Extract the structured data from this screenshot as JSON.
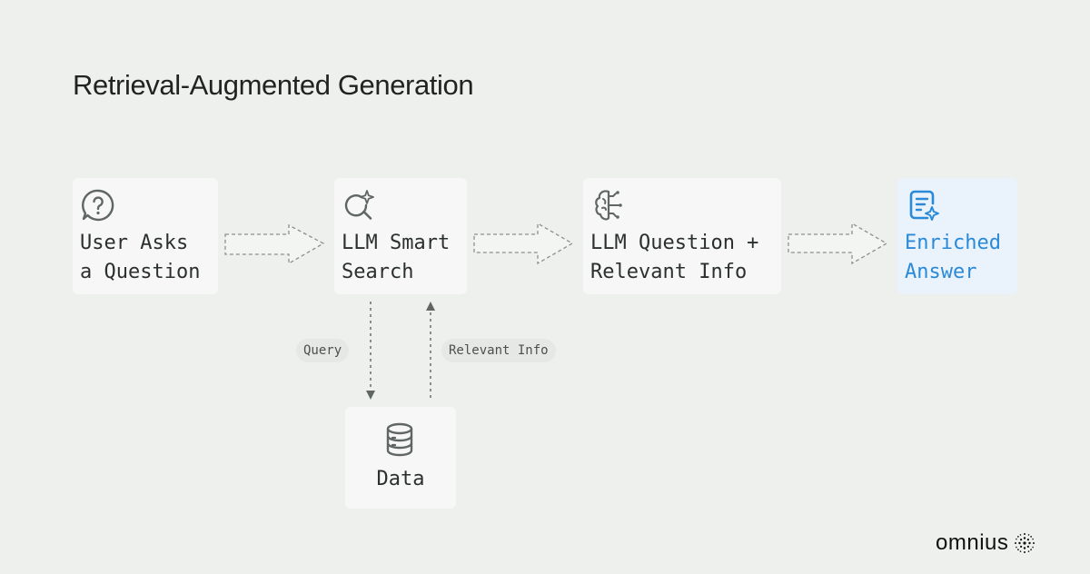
{
  "title": "Retrieval-Augmented Generation",
  "nodes": {
    "ask": {
      "label": "User Asks\na Question",
      "icon": "question-bubble-icon"
    },
    "search": {
      "label": "LLM Smart\nSearch",
      "icon": "sparkle-search-icon"
    },
    "combine": {
      "label": "LLM Question +\nRelevant Info",
      "icon": "brain-circuit-icon"
    },
    "answer": {
      "label": "Enriched\nAnswer",
      "icon": "document-sparkle-icon"
    },
    "data": {
      "label": "Data",
      "icon": "database-icon"
    }
  },
  "edges": {
    "query": "Query",
    "relevant_info": "Relevant Info"
  },
  "brand": {
    "name": "omnius",
    "icon": "dotted-starburst-icon"
  },
  "colors": {
    "background": "#edf0ed",
    "node": "#f6f7f6",
    "highlight_node": "#eaf3fb",
    "accent": "#2a8ad8",
    "text": "#2b302e"
  }
}
